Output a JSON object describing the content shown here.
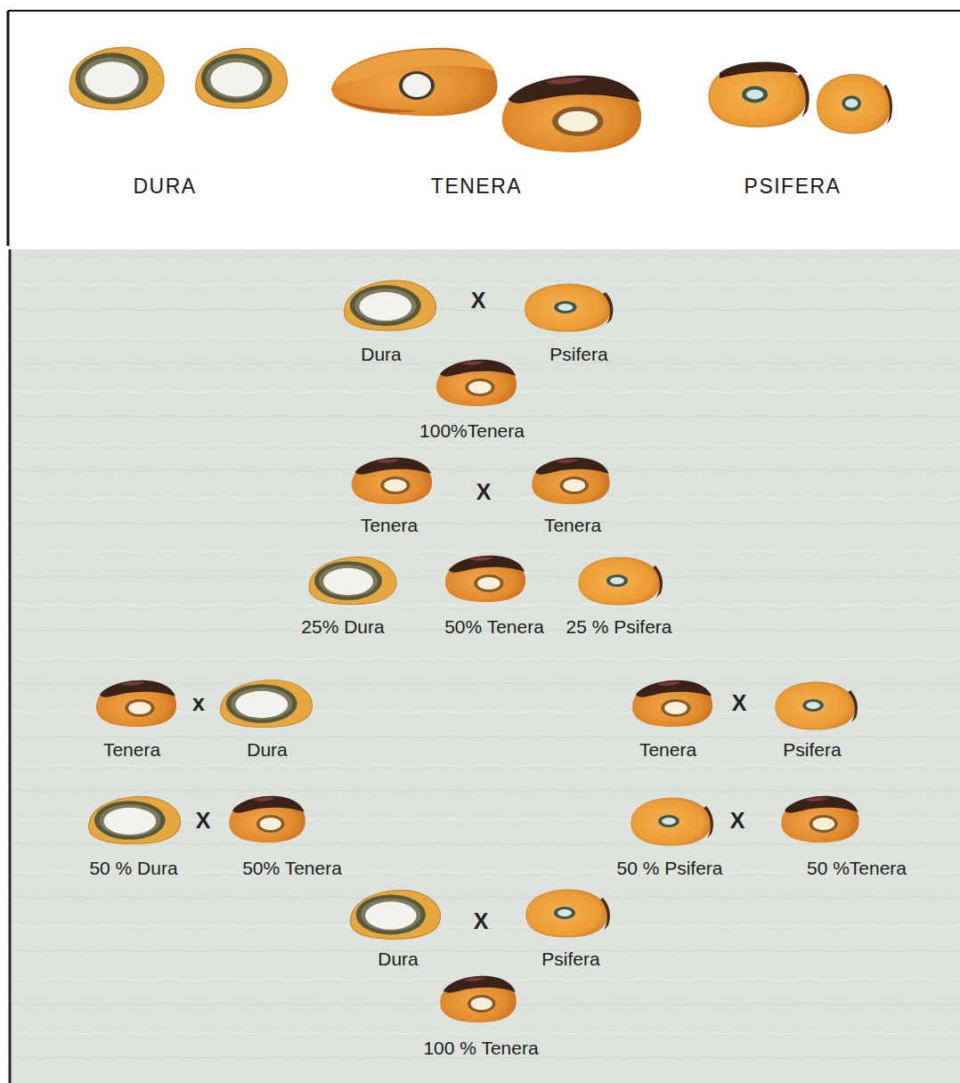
{
  "diagram": {
    "labels": [
      "DURA",
      "TENERA",
      "PSIFERA",
      "X",
      "Dura",
      "Psifera",
      "100%Tenera",
      "X",
      "Tenera",
      "Tenera",
      "25% Dura",
      "50% Tenera",
      "25 % Psifera",
      "x",
      "X",
      "Tenera",
      "Dura",
      "Tenera",
      "Psifera",
      "X",
      "X",
      "50 % Dura",
      "50% Tenera",
      "50 % Psifera",
      "50 %Tenera",
      "X",
      "Dura",
      "Psifera",
      "100 % Tenera"
    ]
  }
}
